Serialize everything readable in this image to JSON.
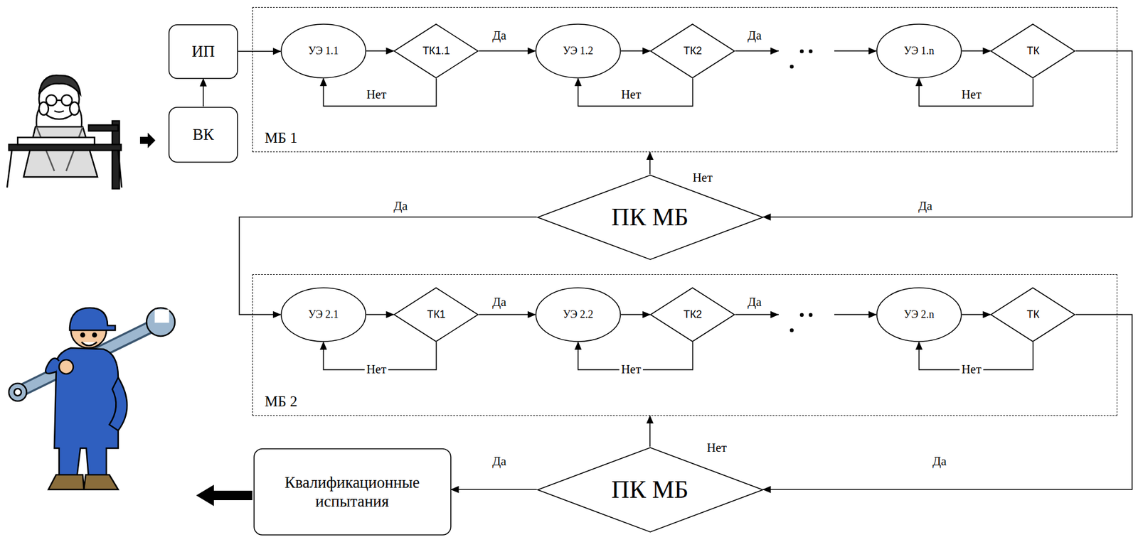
{
  "diagram": {
    "nodes": [
      {
        "text": [
          "ИП"
        ]
      },
      {
        "text": [
          "ВК"
        ]
      },
      {
        "text": [
          "МБ 1"
        ]
      },
      {
        "text": [
          "УЭ 1.1"
        ],
        "in": 2
      },
      {
        "text": [
          "ТК1.1"
        ],
        "in": 2
      },
      {
        "text": [
          "УЭ 1.2"
        ],
        "in": 2
      },
      {
        "text": [
          "ТК2"
        ],
        "in": 2
      },
      {
        "text": [
          "УЭ 1.n"
        ],
        "in": 2
      },
      {
        "text": [
          "ТК"
        ],
        "in": 2
      },
      {
        "text": [
          "ПК МБ"
        ]
      },
      {
        "text": [
          "МБ 2"
        ]
      },
      {
        "text": [
          "УЭ 2.1"
        ],
        "in": 10
      },
      {
        "text": [
          "ТК1"
        ],
        "in": 10
      },
      {
        "text": [
          "УЭ 2.2"
        ],
        "in": 10
      },
      {
        "text": [
          "ТК2"
        ],
        "in": 10
      },
      {
        "text": [
          "УЭ 2.n"
        ],
        "in": 10
      },
      {
        "text": [
          "ТК"
        ],
        "in": 10
      },
      {
        "text": [
          "ПК МБ"
        ]
      },
      {
        "text": [
          "Квалификационные испытания"
        ]
      }
    ],
    "edges": [
      {
        "from": 0,
        "to": 3,
        "arrow": "to"
      },
      {
        "from": 1,
        "to": 0,
        "arrow": "to"
      },
      {
        "from": 3,
        "to": 4,
        "arrow": "to"
      },
      {
        "from": 4,
        "to": 5,
        "label": "Да",
        "arrow": "to"
      },
      {
        "from": 4,
        "to": 3,
        "label": "Нет",
        "arrow": "to"
      },
      {
        "from": 5,
        "to": 6,
        "arrow": "to"
      },
      {
        "from": 6,
        "to": 7,
        "label": "Да",
        "arrow": "to"
      },
      {
        "from": 6,
        "to": 5,
        "label": "Нет",
        "arrow": "to"
      },
      {
        "from": 7,
        "to": 8,
        "arrow": "to"
      },
      {
        "from": 8,
        "to": 7,
        "label": "Нет",
        "arrow": "to"
      },
      {
        "from": 8,
        "to": 9,
        "label": "Да",
        "arrow": "to"
      },
      {
        "from": 9,
        "to": 2,
        "label": "Нет",
        "arrow": "to"
      },
      {
        "from": 9,
        "to": 11,
        "label": "Да",
        "arrow": "to"
      },
      {
        "from": 11,
        "to": 12,
        "arrow": "to"
      },
      {
        "from": 12,
        "to": 13,
        "label": "Да",
        "arrow": "to"
      },
      {
        "from": 12,
        "to": 11,
        "label": "Нет",
        "arrow": "to"
      },
      {
        "from": 13,
        "to": 14,
        "arrow": "to"
      },
      {
        "from": 14,
        "to": 15,
        "label": "Да",
        "arrow": "to"
      },
      {
        "from": 14,
        "to": 13,
        "label": "Нет",
        "arrow": "to"
      },
      {
        "from": 15,
        "to": 16,
        "arrow": "to"
      },
      {
        "from": 16,
        "to": 15,
        "label": "Нет",
        "arrow": "to"
      },
      {
        "from": 16,
        "to": 17,
        "label": "Да",
        "arrow": "to"
      },
      {
        "from": 17,
        "to": 10,
        "label": "Нет",
        "arrow": "to"
      },
      {
        "from": 17,
        "to": 18,
        "label": "Да",
        "arrow": "to"
      }
    ]
  }
}
